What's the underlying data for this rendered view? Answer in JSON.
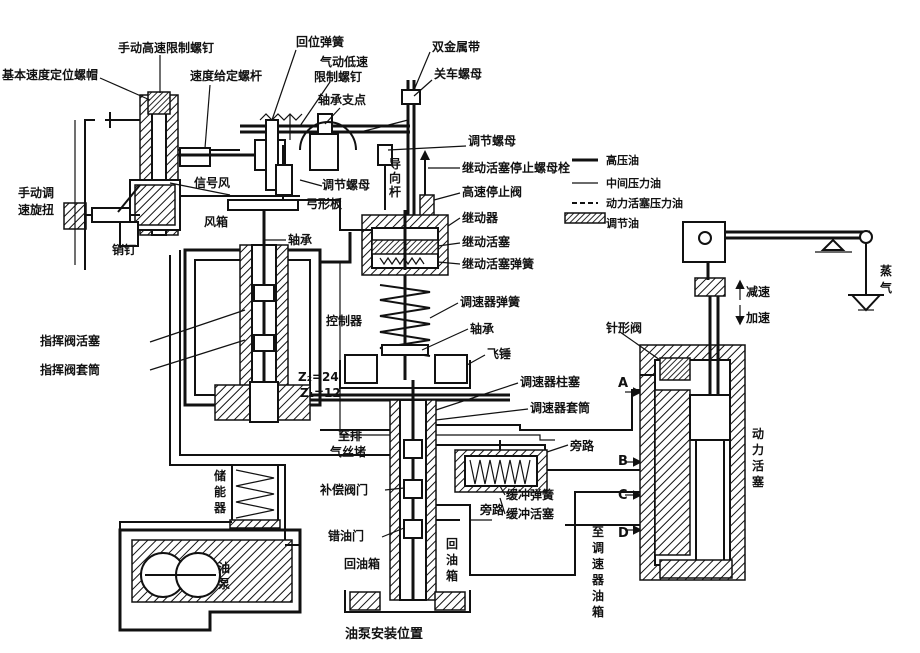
{
  "labels": {
    "manual_high_speed_limit_screw": "手动高速限制螺钉",
    "base_speed_locating_nut": "基本速度定位螺帽",
    "speed_setting_screw_rod": "速度给定螺杆",
    "return_spring": "回位弹簧",
    "pneumatic_low_speed_line1": "气动低速",
    "pneumatic_low_speed_line2": "限制螺钉",
    "bearing_fulcrum": "轴承支点",
    "bimetal_strip": "双金属带",
    "shutdown_nut": "关车螺母",
    "adjusting_nut_top": "调节螺母",
    "relay_piston_stop_bolt": "继动活塞停止螺母栓",
    "high_speed_stop_valve": "高速停止阀",
    "relay": "继动器",
    "relay_piston": "继动活塞",
    "relay_piston_spring": "继动活塞弹簧",
    "manual_knob_line1": "手动调",
    "manual_knob_line2": "速旋扭",
    "pin": "销钉",
    "signal_air": "信号风",
    "air_box": "风箱",
    "adjusting_nut_mid": "调节螺母",
    "bow_plate": "弓形板",
    "bearing_mid": "轴承",
    "guide_line1": "导",
    "guide_line2": "向",
    "guide_line3": "杆",
    "controller": "控制器",
    "pilot_valve_piston": "指挥阀活塞",
    "pilot_valve_sleeve": "指挥阀套筒",
    "governor_spring": "调速器弹簧",
    "bearing_low": "轴承",
    "flyweight": "飞锤",
    "z2": "Z₂=24",
    "z1": "Z₁=12",
    "governor_plunger": "调速器柱塞",
    "governor_sleeve": "调速器套筒",
    "to_exhaust_line1": "至排",
    "to_exhaust_line2": "气丝堵",
    "compensating_valve": "补偿阀门",
    "bypass_right": "旁路",
    "bypass_left": "旁路",
    "buffer_spring": "缓冲弹簧",
    "buffer_piston": "缓冲活塞",
    "accumulator_line1": "储",
    "accumulator_line2": "能",
    "accumulator_line3": "器",
    "oil_pump_side_line1": "油",
    "oil_pump_side_line2": "泵",
    "oil_drain_door": "错油门",
    "return_tank": "回油箱",
    "return_tank_vertical_line1": "回",
    "return_tank_vertical_line2": "油",
    "return_tank_vertical_line3": "箱",
    "oil_pump_install_position": "油泵安装位置",
    "needle_valve": "针形阀",
    "decelerate": "减速",
    "accelerate": "加速",
    "steam_line1": "蒸",
    "steam_line2": "气",
    "power_piston_line1": "动",
    "power_piston_line2": "力",
    "power_piston_line3": "活",
    "power_piston_line4": "塞",
    "to_governor_tank_line1": "至",
    "to_governor_tank_line2": "调",
    "to_governor_tank_line3": "速",
    "to_governor_tank_line4": "器",
    "to_governor_tank_line5": "油",
    "to_governor_tank_line6": "箱",
    "port_a": "A",
    "port_b": "B",
    "port_c": "C",
    "port_d": "D"
  },
  "legend": [
    {
      "style": "solid-thick",
      "label": "高压油"
    },
    {
      "style": "solid-thin",
      "label": "中间压力油"
    },
    {
      "style": "dashed",
      "label": "动力活塞压力油"
    },
    {
      "style": "hatched",
      "label": "调节油"
    }
  ]
}
